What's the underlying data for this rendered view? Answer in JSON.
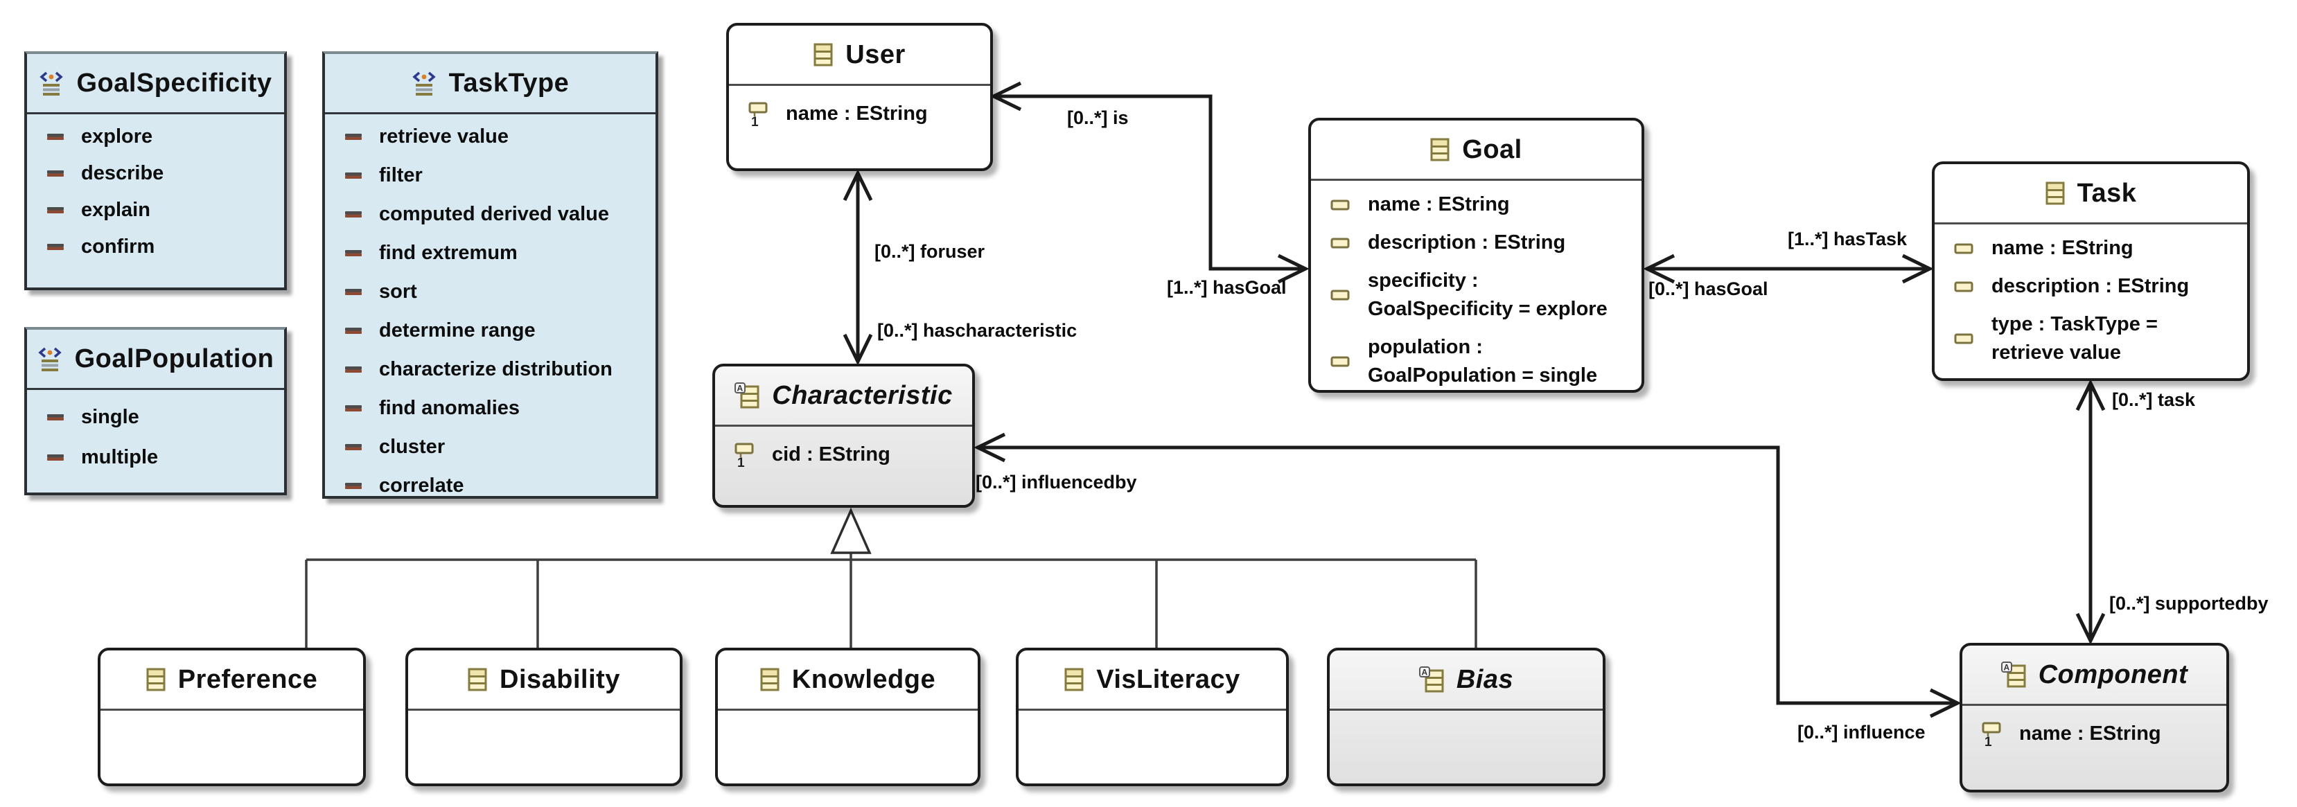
{
  "colors": {
    "enum_fill": "#d8e9f2",
    "class_fill": "#ffffff",
    "abstract_fill": "#e8e8e8",
    "border": "#1c1c1c",
    "edge": "#1b1b1b",
    "icon_cream": "#faf3cc",
    "icon_khaki": "#857b3f",
    "enum_icon_blue": "#2c3a8c",
    "enum_icon_orange": "#d87f2a"
  },
  "icons": {
    "class-icon": "▤",
    "abstract-class-icon": "▤A",
    "enum-icon": "«•»≡",
    "attribute-icon": "▭",
    "attribute-required-icon": "▭1",
    "enum-literal-icon": "—"
  },
  "enums": {
    "goal_specificity": {
      "title": "GoalSpecificity",
      "literals": [
        "explore",
        "describe",
        "explain",
        "confirm"
      ]
    },
    "goal_population": {
      "title": "GoalPopulation",
      "literals": [
        "single",
        "multiple"
      ]
    },
    "task_type": {
      "title": "TaskType",
      "literals": [
        "retrieve value",
        "filter",
        "computed derived value",
        "find extremum",
        "sort",
        "determine range",
        "characterize distribution",
        "find anomalies",
        "cluster",
        "correlate"
      ]
    }
  },
  "classes": {
    "user": {
      "title": "User",
      "abstract": false,
      "attributes": [
        "name : EString"
      ]
    },
    "goal": {
      "title": "Goal",
      "abstract": false,
      "attributes": [
        "name : EString",
        "description : EString",
        "specificity :\nGoalSpecificity = explore",
        "population :\nGoalPopulation = single"
      ]
    },
    "task": {
      "title": "Task",
      "abstract": false,
      "attributes": [
        "name : EString",
        "description : EString",
        "type : TaskType =\nretrieve value"
      ]
    },
    "characteristic": {
      "title": "Characteristic",
      "abstract": true,
      "attributes": [
        "cid : EString"
      ]
    },
    "preference": {
      "title": "Preference",
      "abstract": false,
      "attributes": []
    },
    "disability": {
      "title": "Disability",
      "abstract": false,
      "attributes": []
    },
    "knowledge": {
      "title": "Knowledge",
      "abstract": false,
      "attributes": []
    },
    "visliteracy": {
      "title": "VisLiteracy",
      "abstract": false,
      "attributes": []
    },
    "bias": {
      "title": "Bias",
      "abstract": true,
      "attributes": []
    },
    "component": {
      "title": "Component",
      "abstract": true,
      "attributes": [
        "name : EString"
      ]
    }
  },
  "edges": {
    "user_goal": {
      "is": "[0..*] is",
      "hasGoal": "[1..*] hasGoal"
    },
    "user_characteristic": {
      "foruser": "[0..*] foruser",
      "hascharacteristic": "[0..*] hascharacteristic"
    },
    "goal_task": {
      "hasTask": "[1..*] hasTask",
      "hasGoal": "[0..*] hasGoal"
    },
    "characteristic_component": {
      "influencedby": "[0..*] influencedby",
      "influence": "[0..*] influence"
    },
    "task_component": {
      "task": "[0..*] task",
      "supportedby": "[0..*] supportedby"
    }
  },
  "generalization": {
    "parent": "Characteristic",
    "children": [
      "Preference",
      "Disability",
      "Knowledge",
      "VisLiteracy",
      "Bias"
    ]
  }
}
